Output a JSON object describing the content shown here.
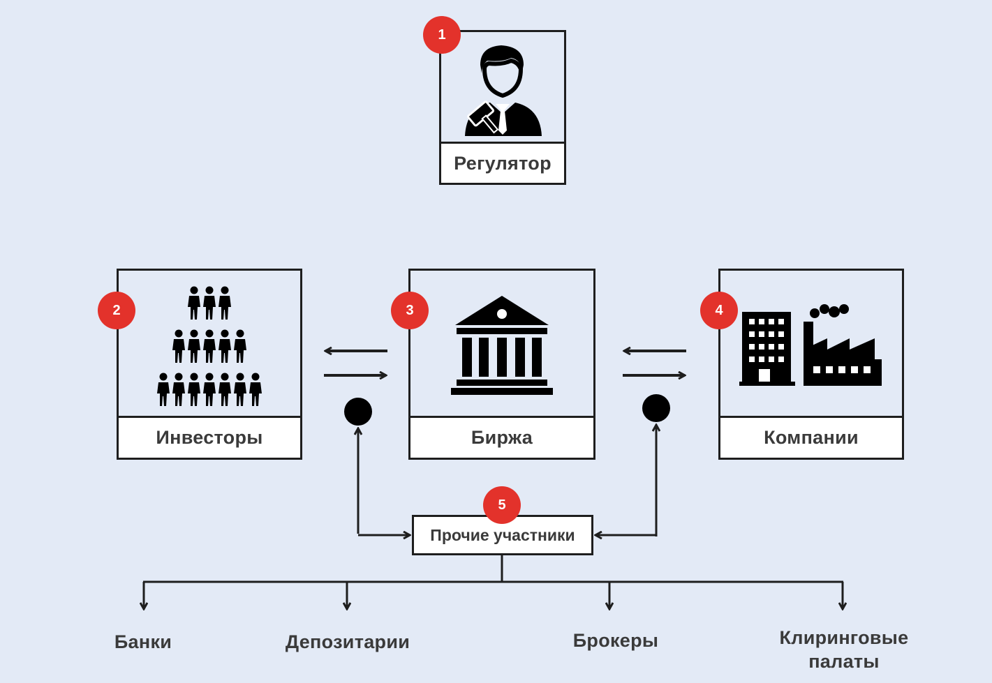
{
  "nodes": {
    "regulator": {
      "badge": "1",
      "label": "Регулятор",
      "icon": "judge-with-gavel-icon"
    },
    "investors": {
      "badge": "2",
      "label": "Инвесторы",
      "icon": "crowd-pyramid-icon"
    },
    "exchange": {
      "badge": "3",
      "label": "Биржа",
      "icon": "bank-building-icon"
    },
    "companies": {
      "badge": "4",
      "label": "Компании",
      "icon": "office-and-factory-icon"
    },
    "others": {
      "badge": "5",
      "label": "Прочие участники"
    }
  },
  "others_children": [
    "Банки",
    "Депозитарии",
    "Брокеры",
    "Клиринговые палаты"
  ],
  "colors": {
    "background": "#e3eaf6",
    "badge": "#e3322b",
    "stroke": "#1e1e1e",
    "label_bg": "#ffffff",
    "text": "#3a3a3a"
  }
}
